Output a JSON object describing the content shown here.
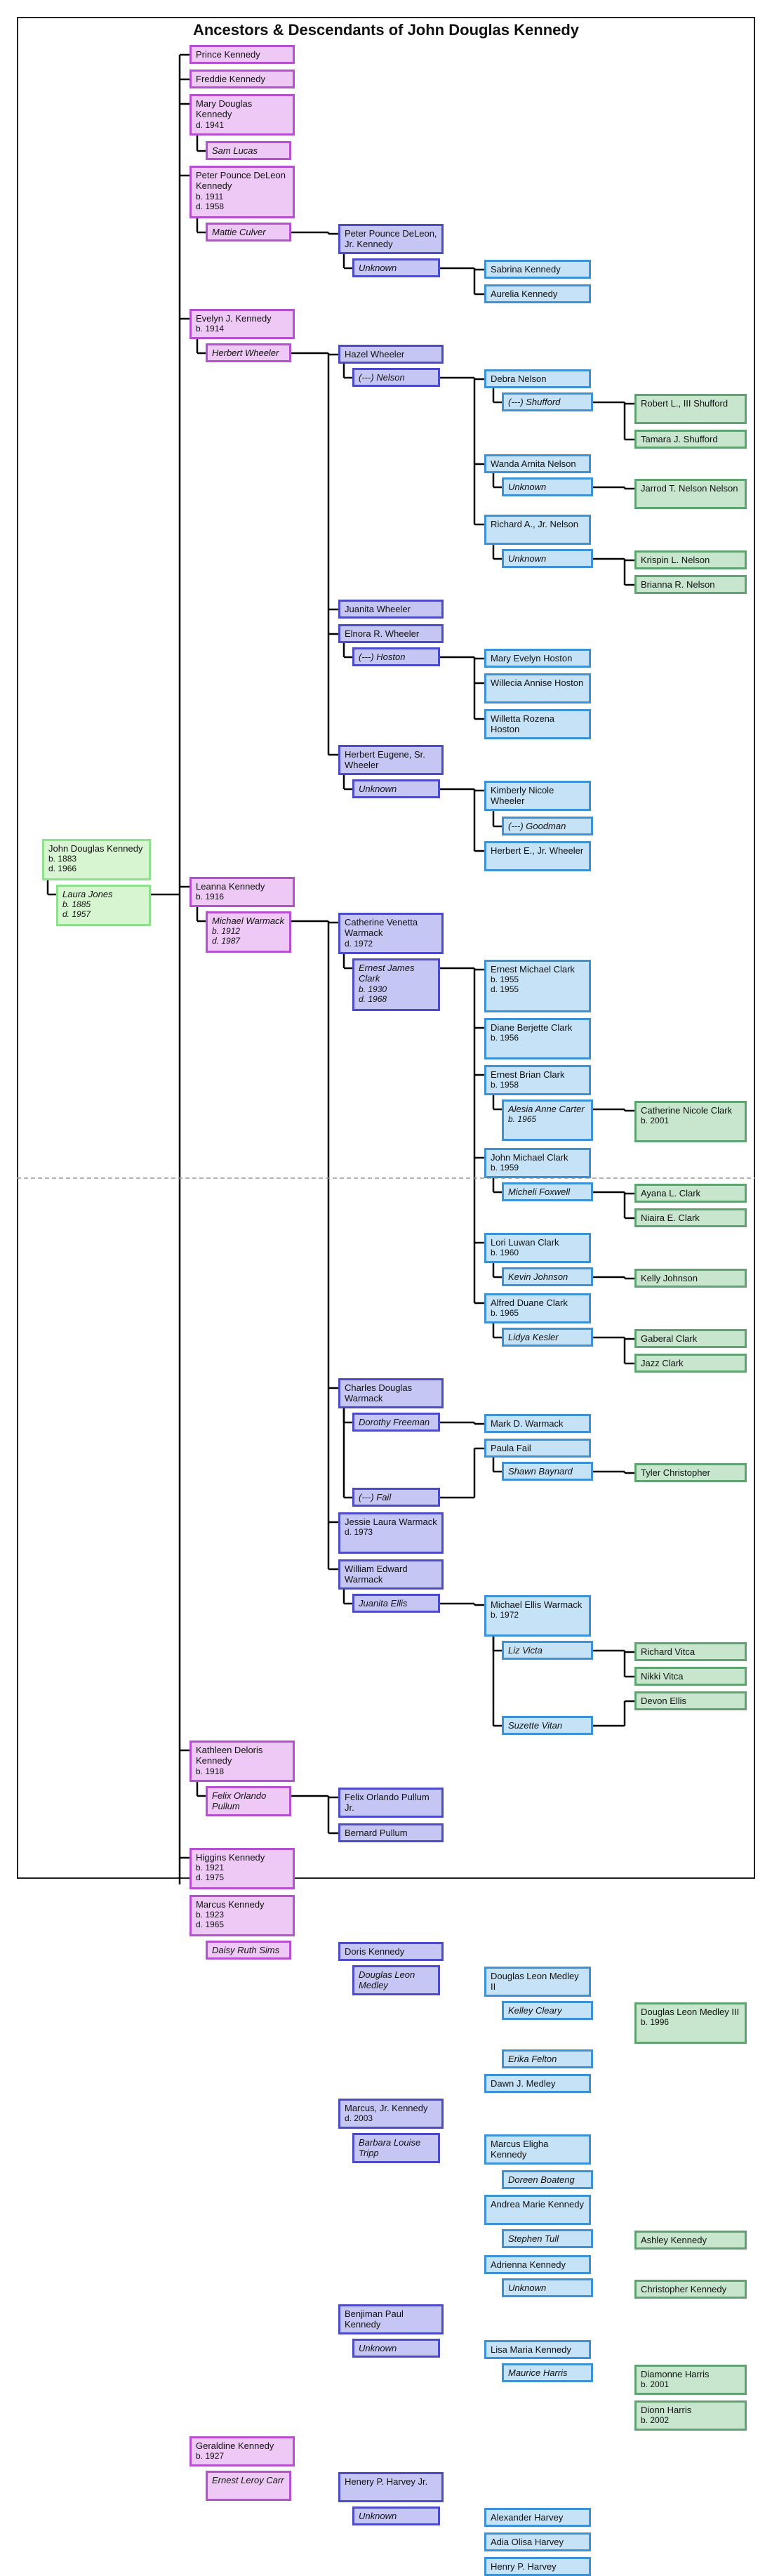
{
  "title": "Ancestors & Descendants of John Douglas Kennedy",
  "colors": {
    "self": "#8fe08a",
    "children": "#b64fd0",
    "grandchildren": "#4c4cc8",
    "great_grandchildren": "#3c92d6",
    "great_great_grandchildren": "#5ea370",
    "line": "#000000",
    "page_break": "#9a9a9a"
  },
  "root": {
    "name": "John Douglas Kennedy",
    "dates": [
      "b. 1883",
      "d. 1966"
    ],
    "spouses": [
      {
        "name": "Laura Jones",
        "dates": [
          "b. 1885",
          "d. 1957"
        ],
        "children": [
          {
            "name": "Prince Kennedy"
          },
          {
            "name": "Freddie Kennedy"
          },
          {
            "name": "Mary Douglas Kennedy",
            "dates": [
              "d. 1941"
            ],
            "spouses": [
              {
                "name": "Sam Lucas"
              }
            ]
          },
          {
            "name": "Peter Pounce DeLeon Kennedy",
            "dates": [
              "b. 1911",
              "d. 1958"
            ],
            "spouses": [
              {
                "name": "Mattie Culver",
                "children": [
                  {
                    "name": "Peter Pounce DeLeon, Jr. Kennedy",
                    "spouses": [
                      {
                        "name": "Unknown",
                        "children": [
                          {
                            "name": "Sabrina Kennedy"
                          },
                          {
                            "name": "Aurelia Kennedy"
                          }
                        ]
                      }
                    ]
                  }
                ]
              }
            ]
          },
          {
            "name": "Evelyn J. Kennedy",
            "dates": [
              "b. 1914"
            ],
            "spouses": [
              {
                "name": "Herbert Wheeler",
                "children": [
                  {
                    "name": "Hazel Wheeler",
                    "spouses": [
                      {
                        "name": "(---) Nelson",
                        "children": [
                          {
                            "name": "Debra Nelson",
                            "spouses": [
                              {
                                "name": "(---) Shufford",
                                "children": [
                                  {
                                    "name": "Robert L., III Shufford"
                                  },
                                  {
                                    "name": "Tamara J. Shufford"
                                  }
                                ]
                              }
                            ]
                          },
                          {
                            "name": "Wanda Arnita Nelson",
                            "spouses": [
                              {
                                "name": "Unknown",
                                "children": [
                                  {
                                    "name": "Jarrod T. Nelson Nelson"
                                  }
                                ]
                              }
                            ]
                          },
                          {
                            "name": "Richard A., Jr. Nelson",
                            "spouses": [
                              {
                                "name": "Unknown",
                                "children": [
                                  {
                                    "name": "Krispin L. Nelson"
                                  },
                                  {
                                    "name": "Brianna R. Nelson"
                                  }
                                ]
                              }
                            ]
                          }
                        ]
                      }
                    ]
                  },
                  {
                    "name": "Juanita Wheeler"
                  },
                  {
                    "name": "Elnora R. Wheeler",
                    "spouses": [
                      {
                        "name": "(---) Hoston",
                        "children": [
                          {
                            "name": "Mary Evelyn Hoston"
                          },
                          {
                            "name": "Willecia Annise Hoston"
                          },
                          {
                            "name": "Willetta Rozena Hoston"
                          }
                        ]
                      }
                    ]
                  },
                  {
                    "name": "Herbert Eugene, Sr. Wheeler",
                    "spouses": [
                      {
                        "name": "Unknown",
                        "children": [
                          {
                            "name": "Kimberly Nicole Wheeler",
                            "spouses": [
                              {
                                "name": "(---) Goodman"
                              }
                            ]
                          },
                          {
                            "name": "Herbert E., Jr. Wheeler"
                          }
                        ]
                      }
                    ]
                  }
                ]
              }
            ]
          },
          {
            "name": "Leanna Kennedy",
            "dates": [
              "b. 1916"
            ],
            "spouses": [
              {
                "name": "Michael Warmack",
                "dates": [
                  "b. 1912",
                  "d. 1987"
                ],
                "children": [
                  {
                    "name": "Catherine Venetta Warmack",
                    "dates": [
                      "d. 1972"
                    ],
                    "spouses": [
                      {
                        "name": "Ernest James Clark",
                        "dates": [
                          "b. 1930",
                          "d. 1968"
                        ],
                        "children": [
                          {
                            "name": "Ernest Michael Clark",
                            "dates": [
                              "b. 1955",
                              "d. 1955"
                            ]
                          },
                          {
                            "name": "Diane Berjette Clark",
                            "dates": [
                              "b. 1956"
                            ]
                          },
                          {
                            "name": "Ernest Brian Clark",
                            "dates": [
                              "b. 1958"
                            ],
                            "spouses": [
                              {
                                "name": "Alesia Anne Carter",
                                "dates": [
                                  "b. 1965"
                                ],
                                "children": [
                                  {
                                    "name": "Catherine Nicole Clark",
                                    "dates": [
                                      "b. 2001"
                                    ]
                                  }
                                ]
                              }
                            ]
                          },
                          {
                            "name": "John Michael Clark",
                            "dates": [
                              "b. 1959"
                            ],
                            "spouses": [
                              {
                                "name": "Micheli Foxwell",
                                "children": [
                                  {
                                    "name": "Ayana L. Clark"
                                  },
                                  {
                                    "name": "Niaira E. Clark"
                                  }
                                ]
                              }
                            ]
                          },
                          {
                            "name": "Lori Luwan Clark",
                            "dates": [
                              "b. 1960"
                            ],
                            "spouses": [
                              {
                                "name": "Kevin Johnson",
                                "children": [
                                  {
                                    "name": "Kelly Johnson"
                                  }
                                ]
                              }
                            ]
                          },
                          {
                            "name": "Alfred Duane Clark",
                            "dates": [
                              "b. 1965"
                            ],
                            "spouses": [
                              {
                                "name": "Lidya Kesler",
                                "children": [
                                  {
                                    "name": "Gaberal Clark"
                                  },
                                  {
                                    "name": "Jazz Clark"
                                  }
                                ]
                              }
                            ]
                          }
                        ]
                      }
                    ]
                  },
                  {
                    "name": "Charles Douglas Warmack",
                    "spouses": [
                      {
                        "name": "Dorothy Freeman",
                        "children": [
                          {
                            "name": "Mark D. Warmack"
                          }
                        ]
                      },
                      {
                        "name": "(---) Fail",
                        "children": [
                          {
                            "name": "Paula Fail",
                            "spouses": [
                              {
                                "name": "Shawn Baynard",
                                "children": [
                                  {
                                    "name": "Tyler Christopher"
                                  }
                                ]
                              }
                            ]
                          }
                        ]
                      }
                    ]
                  },
                  {
                    "name": "Jessie Laura Warmack",
                    "dates": [
                      "d. 1973"
                    ]
                  },
                  {
                    "name": "William Edward Warmack",
                    "spouses": [
                      {
                        "name": "Juanita Ellis",
                        "children": [
                          {
                            "name": "Michael Ellis Warmack",
                            "dates": [
                              "b. 1972"
                            ],
                            "spouses": [
                              {
                                "name": "Liz Victa",
                                "children": [
                                  {
                                    "name": "Richard Vitca"
                                  },
                                  {
                                    "name": "Nikki Vitca"
                                  }
                                ]
                              },
                              {
                                "name": "Suzette Vitan",
                                "children": [
                                  {
                                    "name": "Devon Ellis"
                                  }
                                ]
                              }
                            ]
                          }
                        ]
                      }
                    ]
                  }
                ]
              }
            ]
          },
          {
            "name": "Kathleen Deloris Kennedy",
            "dates": [
              "b. 1918"
            ],
            "spouses": [
              {
                "name": "Felix Orlando Pullum",
                "children": [
                  {
                    "name": "Felix Orlando Pullum Jr."
                  },
                  {
                    "name": "Bernard Pullum"
                  }
                ]
              }
            ]
          },
          {
            "name": "Higgins Kennedy",
            "dates": [
              "b. 1921",
              "d. 1975"
            ]
          },
          {
            "name": "Marcus Kennedy",
            "dates": [
              "b. 1923",
              "d. 1965"
            ],
            "spouses": [
              {
                "name": "Daisy Ruth Sims",
                "children": [
                  {
                    "name": "Doris Kennedy",
                    "spouses": [
                      {
                        "name": "Douglas Leon Medley",
                        "children": [
                          {
                            "name": "Douglas Leon Medley II",
                            "spouses": [
                              {
                                "name": "Kelley Cleary",
                                "children": [
                                  {
                                    "name": "Douglas Leon Medley III",
                                    "dates": [
                                      "b. 1996"
                                    ]
                                  }
                                ]
                              },
                              {
                                "name": "Erika Felton"
                              }
                            ]
                          },
                          {
                            "name": "Dawn J. Medley"
                          }
                        ]
                      }
                    ]
                  },
                  {
                    "name": "Marcus, Jr. Kennedy",
                    "dates": [
                      "d. 2003"
                    ],
                    "spouses": [
                      {
                        "name": "Barbara Louise Tripp",
                        "children": [
                          {
                            "name": "Marcus Eligha Kennedy",
                            "spouses": [
                              {
                                "name": "Doreen Boateng"
                              }
                            ]
                          },
                          {
                            "name": "Andrea Marie Kennedy",
                            "spouses": [
                              {
                                "name": "Stephen Tull",
                                "children": [
                                  {
                                    "name": "Ashley Kennedy"
                                  }
                                ]
                              }
                            ]
                          },
                          {
                            "name": "Adrienna Kennedy",
                            "spouses": [
                              {
                                "name": "Unknown",
                                "children": [
                                  {
                                    "name": "Christopher Kennedy"
                                  }
                                ]
                              }
                            ]
                          }
                        ]
                      }
                    ]
                  },
                  {
                    "name": "Benjiman Paul Kennedy",
                    "spouses": [
                      {
                        "name": "Unknown",
                        "children": [
                          {
                            "name": "Lisa Maria Kennedy",
                            "spouses": [
                              {
                                "name": "Maurice Harris",
                                "children": [
                                  {
                                    "name": "Diamonne Harris",
                                    "dates": [
                                      "b. 2001"
                                    ]
                                  },
                                  {
                                    "name": "Dionn Harris",
                                    "dates": [
                                      "b. 2002"
                                    ]
                                  }
                                ]
                              }
                            ]
                          }
                        ]
                      }
                    ]
                  }
                ]
              }
            ]
          },
          {
            "name": "Geraldine Kennedy",
            "dates": [
              "b. 1927"
            ],
            "spouses": [
              {
                "name": "Ernest Leroy Carr",
                "children": [
                  {
                    "name": "Henery P. Harvey Jr.",
                    "spouses": [
                      {
                        "name": "Unknown",
                        "children": [
                          {
                            "name": "Alexander Harvey"
                          },
                          {
                            "name": "Adia Olisa Harvey"
                          },
                          {
                            "name": "Henry P. Harvey"
                          }
                        ]
                      }
                    ]
                  }
                ]
              }
            ]
          }
        ]
      }
    ]
  }
}
